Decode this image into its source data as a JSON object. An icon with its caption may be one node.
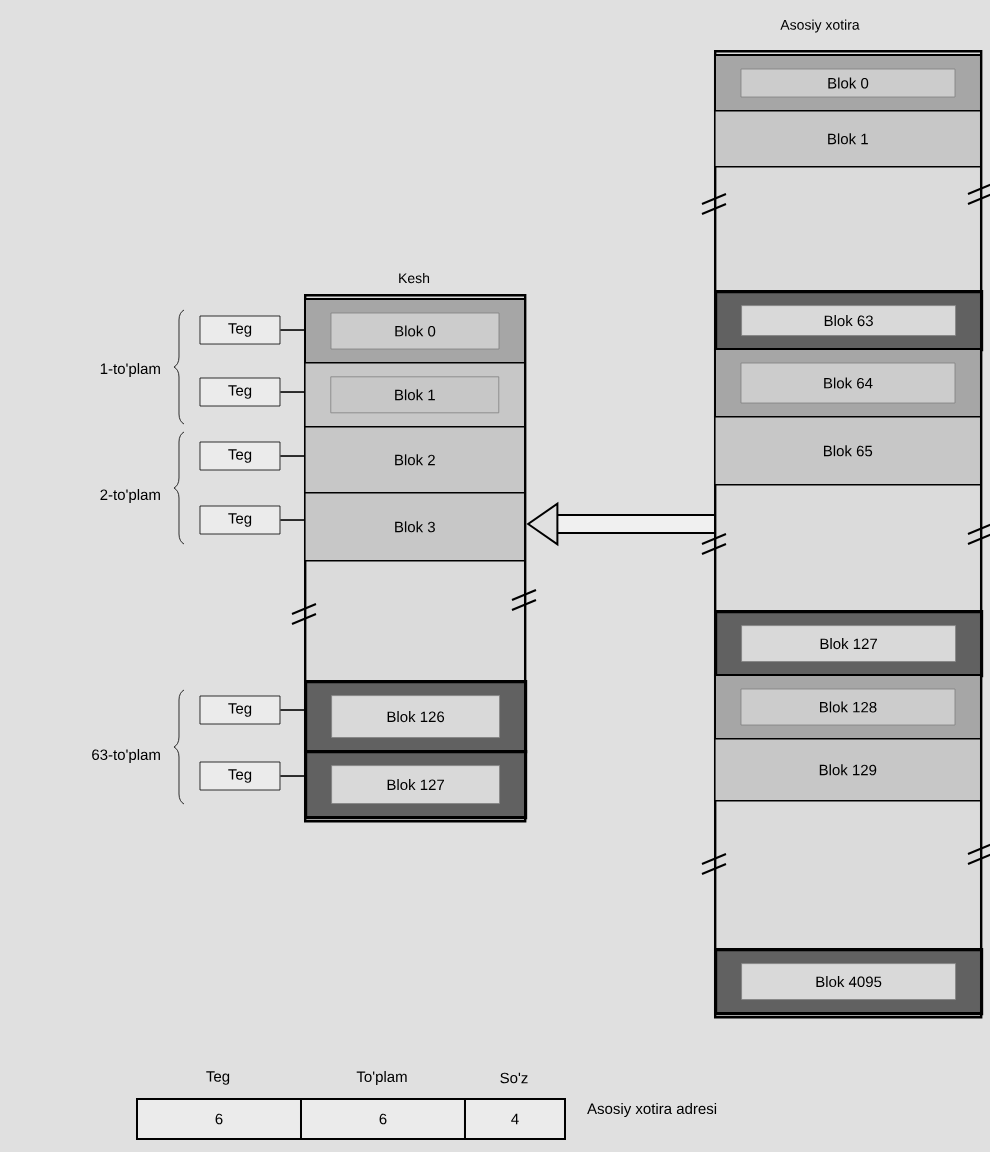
{
  "diagram": {
    "nodes": [
      {
        "text": [
          "Kesh"
        ]
      },
      {
        "text": [
          "Blok 0"
        ],
        "in": 0
      },
      {
        "text": [
          "Blok 1"
        ],
        "in": 0
      },
      {
        "text": [
          "Blok 2"
        ],
        "in": 0
      },
      {
        "text": [
          "Blok 3"
        ],
        "in": 0
      },
      {
        "text": [
          "Blok 126"
        ],
        "in": 0
      },
      {
        "text": [
          "Blok 127"
        ],
        "in": 0
      },
      {
        "text": [
          "Teg"
        ]
      },
      {
        "text": [
          "Teg"
        ]
      },
      {
        "text": [
          "Teg"
        ]
      },
      {
        "text": [
          "Teg"
        ]
      },
      {
        "text": [
          "Teg"
        ]
      },
      {
        "text": [
          "Teg"
        ]
      },
      {
        "text": [
          "Asosiy xotira"
        ]
      },
      {
        "text": [
          "Blok 0"
        ],
        "in": 13
      },
      {
        "text": [
          "Blok 1"
        ],
        "in": 13
      },
      {
        "text": [
          "Blok 63"
        ],
        "in": 13
      },
      {
        "text": [
          "Blok 64"
        ],
        "in": 13
      },
      {
        "text": [
          "Blok 65"
        ],
        "in": 13
      },
      {
        "text": [
          "Blok 127"
        ],
        "in": 13
      },
      {
        "text": [
          "Blok 128"
        ],
        "in": 13
      },
      {
        "text": [
          "Blok 129"
        ],
        "in": 13
      },
      {
        "text": [
          "Blok 4095"
        ],
        "in": 13
      },
      {
        "text": [
          "Teg",
          "6"
        ]
      },
      {
        "text": [
          "To'plam",
          "6"
        ]
      },
      {
        "text": [
          "So'z",
          "4"
        ]
      }
    ],
    "edges": [
      {
        "from": 7,
        "to": 1,
        "arrow": "none"
      },
      {
        "from": 8,
        "to": 2,
        "arrow": "none"
      },
      {
        "from": 9,
        "to": 3,
        "arrow": "none"
      },
      {
        "from": 10,
        "to": 4,
        "arrow": "none"
      },
      {
        "from": 11,
        "to": 5,
        "arrow": "none"
      },
      {
        "from": 12,
        "to": 6,
        "arrow": "none"
      },
      {
        "from": 13,
        "to": 0,
        "arrow": "to",
        "style": "thick"
      }
    ],
    "labels": [
      "1-to'plam",
      "2-to'plam",
      "63-to'plam",
      "Asosiy xotira adresi"
    ]
  }
}
